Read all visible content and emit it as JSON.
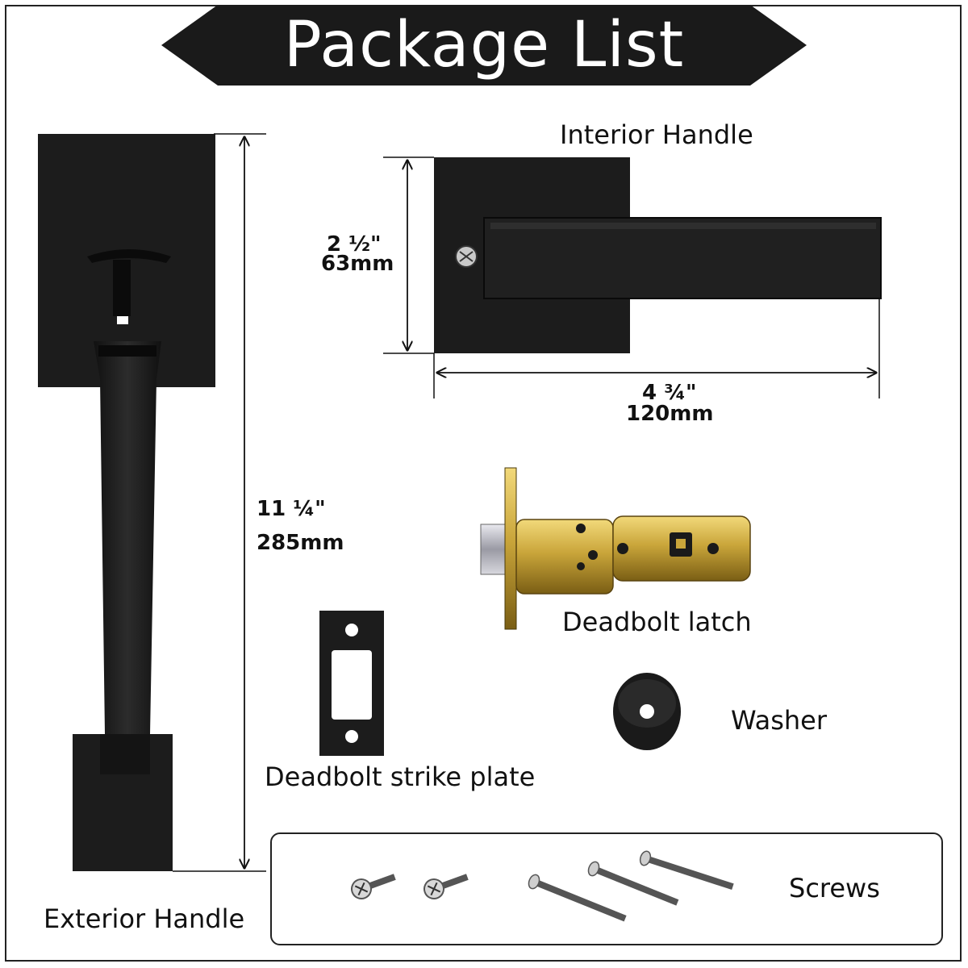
{
  "title": "Package List",
  "exterior_handle": {
    "label": "Exterior Handle",
    "height_in": "11 ¼\"",
    "height_mm": "285mm"
  },
  "interior_handle": {
    "label": "Interior Handle",
    "height_in": "2 ½\"",
    "height_mm": "63mm",
    "width_in": "4 ¾\"",
    "width_mm": "120mm"
  },
  "deadbolt_latch": {
    "label": "Deadbolt latch"
  },
  "strike_plate": {
    "label": "Deadbolt strike plate"
  },
  "washer": {
    "label": "Washer"
  },
  "screws": {
    "label": "Screws"
  },
  "colors": {
    "finish": "#1c1c1c",
    "brass": "#c9a53a",
    "chrome": "#b8b8c0"
  }
}
